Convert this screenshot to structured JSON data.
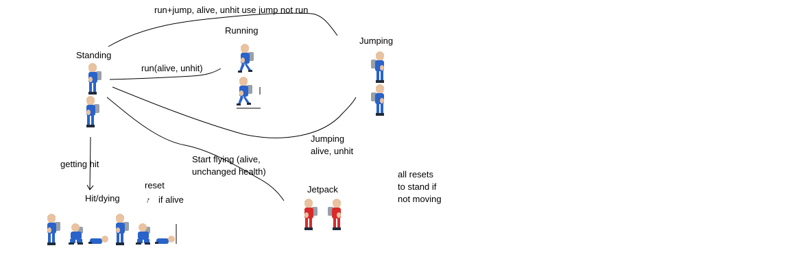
{
  "states": {
    "standing": "Standing",
    "running": "Running",
    "jumping": "Jumping",
    "hit_dying": "Hit/dying",
    "jetpack": "Jetpack"
  },
  "transitions": {
    "run_jump": "run+jump, alive, unhit use jump not run",
    "run": "run(alive, unhit)",
    "jumping_line1": "Jumping",
    "jumping_line2": "alive, unhit",
    "getting_hit": "getting hit",
    "start_flying_line1": "Start flying (alive,",
    "start_flying_line2": "unchanged health)",
    "reset": "reset",
    "reset_arrow": "↑",
    "if_alive": "if alive"
  },
  "note": {
    "line1": "all resets",
    "line2": "to stand if",
    "line3": "not  moving"
  },
  "colors": {
    "suit_blue": "#2a63c9",
    "suit_red": "#d92a2a",
    "outline": "#101820"
  }
}
